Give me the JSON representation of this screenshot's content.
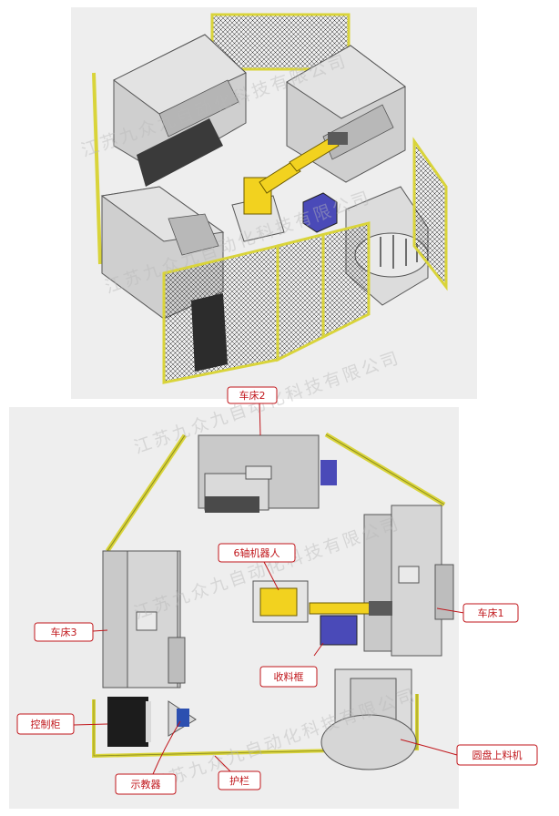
{
  "watermark": "江苏九众九自动化科技有限公司",
  "labels": {
    "lathe2": "车床2",
    "robot": "6轴机器人",
    "lathe1": "车床1",
    "lathe3": "车床3",
    "bin": "收料框",
    "cabinet": "控制柜",
    "feeder": "圆盘上料机",
    "pendant": "示教器",
    "guard": "护栏"
  },
  "colors": {
    "label_red": "#c0161b",
    "machine_gray": "#c9c9c9",
    "machine_dark": "#4a4a4a",
    "robot_yellow": "#f2d21f",
    "bin_blue": "#4a4ab8",
    "fence_yellow": "#d9d43a",
    "fence_mesh": "#222222"
  }
}
